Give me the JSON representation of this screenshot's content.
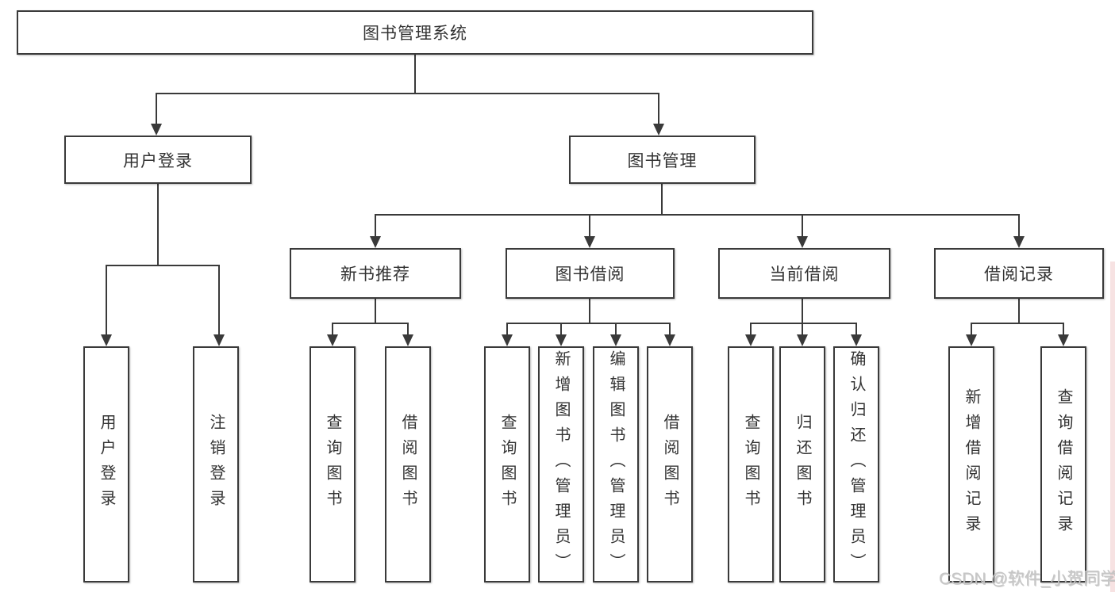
{
  "diagram": {
    "root": "图书管理系统",
    "children": [
      {
        "label": "用户登录",
        "children": [
          "用户登录",
          "注销登录"
        ]
      },
      {
        "label": "图书管理",
        "children": [
          {
            "label": "新书推荐",
            "children": [
              "查询图书",
              "借阅图书"
            ]
          },
          {
            "label": "图书借阅",
            "children": [
              "查询图书",
              "新增图书（管理员）",
              "编辑图书（管理员）",
              "借阅图书"
            ]
          },
          {
            "label": "当前借阅",
            "children": [
              "查询图书",
              "归还图书",
              "确认归还（管理员）"
            ]
          },
          {
            "label": "借阅记录",
            "children": [
              "新增借阅记录",
              "查询借阅记录"
            ]
          }
        ]
      }
    ]
  },
  "watermark": "CSDN @软件_小贺同学",
  "colors": {
    "line": "#3a3a3a",
    "text": "#333333",
    "box_fill": "#ffffff",
    "watermark_text": "#c6c6c6",
    "edge_tint": "#f4d8d8"
  }
}
